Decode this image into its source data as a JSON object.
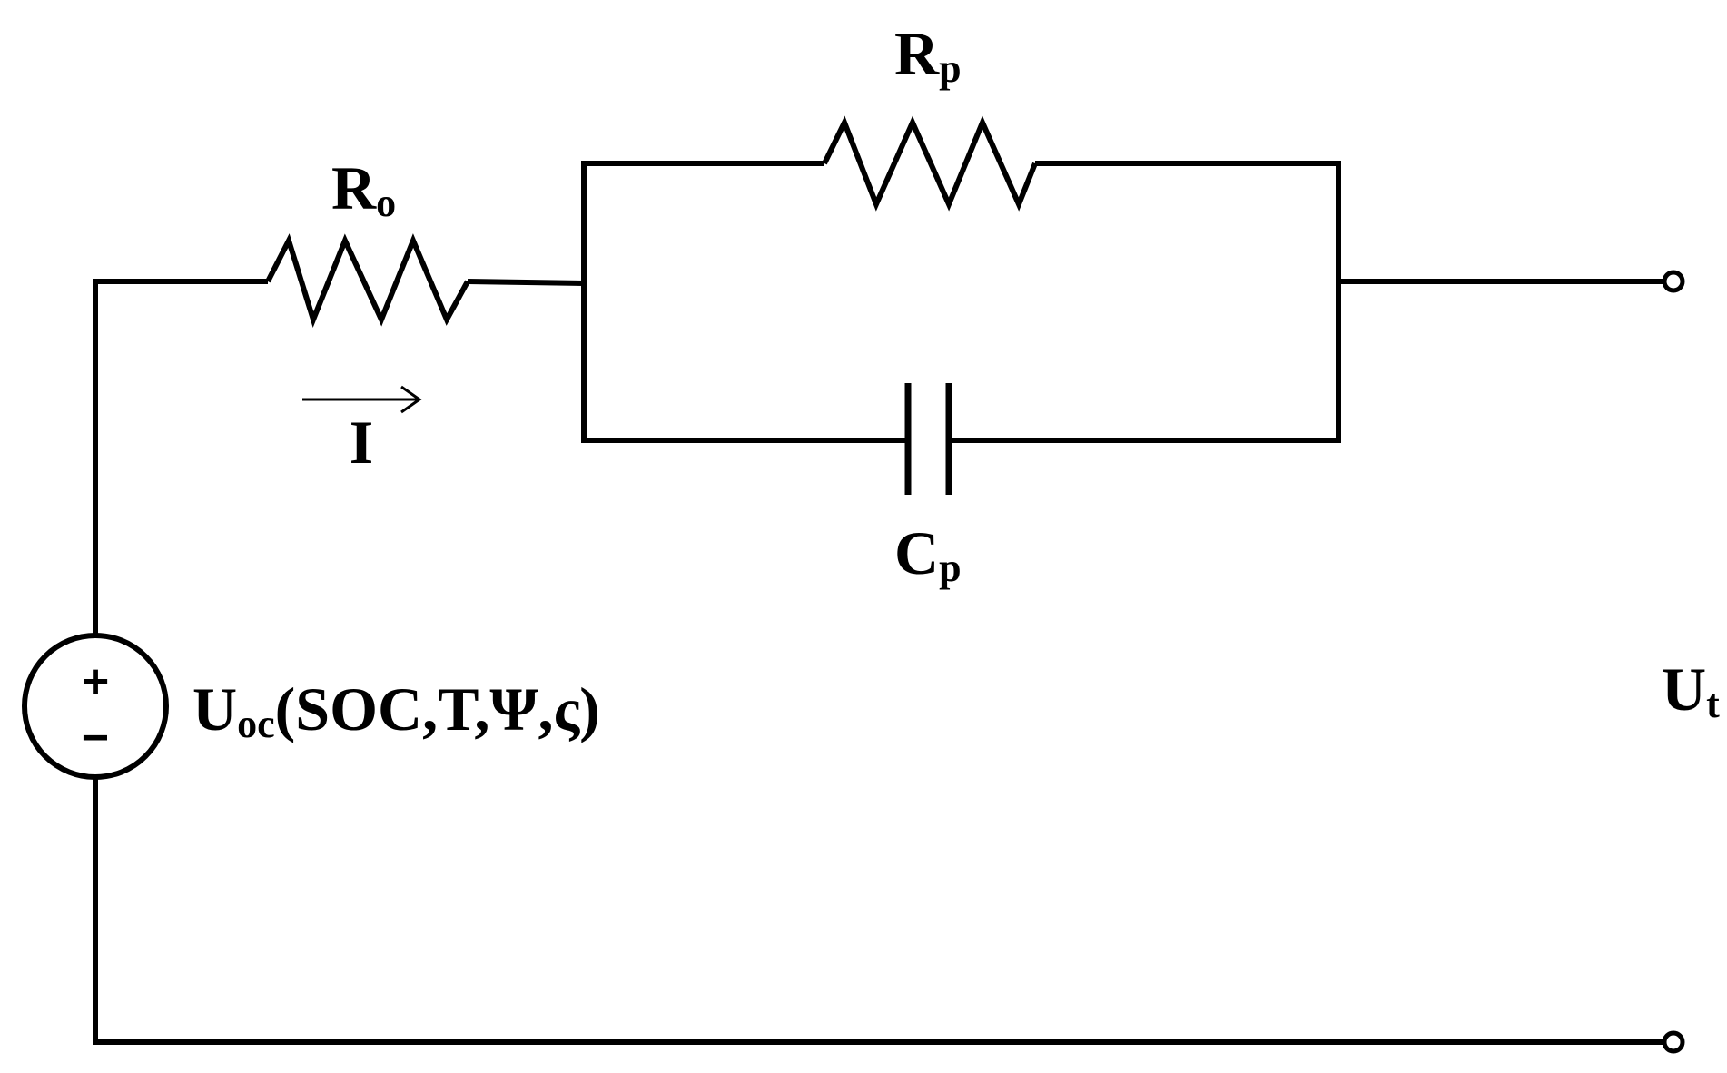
{
  "labels": {
    "ro": {
      "main": "R",
      "sub": "o"
    },
    "rp": {
      "main": "R",
      "sub": "p"
    },
    "cp": {
      "main": "C",
      "sub": "p"
    },
    "current": {
      "main": "I"
    },
    "uoc": {
      "main": "U",
      "sub": "oc",
      "args": "(SOC,T,Ψ,ς)"
    },
    "ut": {
      "main": "U",
      "sub": "t"
    }
  },
  "source_signs": {
    "plus": "+",
    "minus": "−"
  },
  "colors": {
    "stroke": "#000000",
    "background": "#ffffff"
  }
}
